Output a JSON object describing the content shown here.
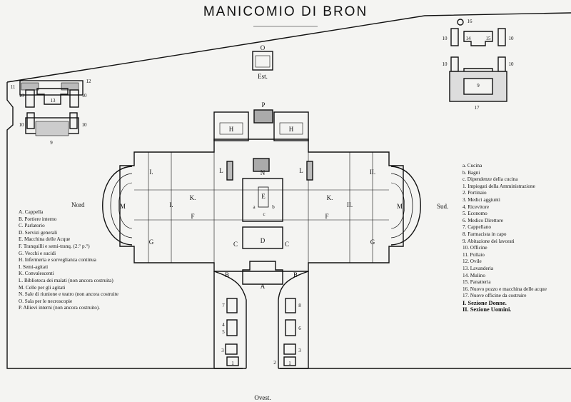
{
  "title": "MANICOMIO DI BRON",
  "compass": {
    "north": "Nord",
    "south": "Sud.",
    "east": "Est.",
    "west": "Ovest."
  },
  "legend_left": [
    "A. Cappella",
    "B. Portiere interno",
    "C. Parlatorio",
    "D. Servizi generali",
    "E. Macchina delle Acque",
    "F. Tranquilli e semi-tranq. (2.° p.°)",
    "G. Vecchi e sucidi",
    "H. Infermeria e sorveglianza continua",
    "I. Semi-agitati",
    "K. Convalescenti",
    "L. Biblioteca dei malati (non ancora costruita)",
    "M. Celle per gli agitati",
    "N. Sale di riunione e teatro (non ancora costruite",
    "O. Sala per le necroscopie",
    "P. Allievi interni (non ancora costruito)."
  ],
  "legend_right": [
    "a. Cucina",
    "b. Bagni",
    "c. Dipendenze della cucina",
    "1. Impiegati della Amministrazione",
    "2. Portinaio",
    "3. Medici aggiunti",
    "4. Ricevitore",
    "5. Economo",
    "6. Medico Direttore",
    "7. Cappellano",
    "8. Farmacista in capo",
    "9. Abitazione dei lavorati",
    "10. Officine",
    "11. Pollaio",
    "12. Ovile",
    "13. Lavanderia",
    "14. Mulino",
    "15. Panatteria",
    "16. Nuovo pozzo e macchina delle acque",
    "17. Nuove officine da costruire"
  ],
  "legend_sections": [
    "I. Sezione Donne.",
    "II. Sezione Uomini."
  ],
  "plan_labels": {
    "O": "O",
    "P": "P",
    "N": "N",
    "E": "E",
    "A": "A",
    "D": "D",
    "M": "M",
    "I": "I.",
    "II": "II.",
    "K": "K.",
    "F": "F",
    "G": "G",
    "H": "H",
    "L": "L",
    "C": "C",
    "B": "B",
    "a": "a",
    "b": "b",
    "c": "c",
    "n9": "9",
    "n10": "10",
    "n11": "11",
    "n12": "12",
    "n13": "13",
    "n14": "14",
    "n15": "15",
    "n16": "16",
    "n17": "17",
    "n1": "1",
    "n2": "2",
    "n3": "3",
    "n4": "4",
    "n5": "5",
    "n6": "6",
    "n7": "7",
    "n8": "8"
  }
}
